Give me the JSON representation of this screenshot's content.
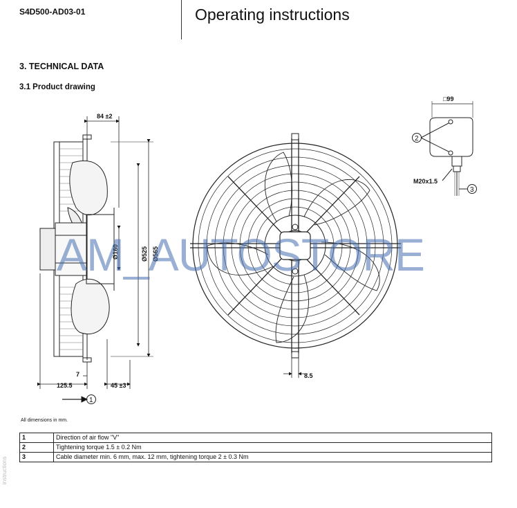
{
  "header": {
    "doc_code": "S4D500-AD03-01",
    "title": "Operating instructions"
  },
  "section": {
    "heading": "3. TECHNICAL DATA",
    "subheading": "3.1 Product drawing"
  },
  "drawing": {
    "dim_84": "84 ±2",
    "dim_125": "125.5",
    "dim_7": "7",
    "dim_45": "45 ±3",
    "dim_d525": "Ø525",
    "dim_d565": "Ø565",
    "dim_hub": "Ø160",
    "dim_8_5": "8.5",
    "dim_box": "□99",
    "dim_thread": "M20x1.5",
    "callout_1": "1",
    "callout_2": "2",
    "callout_3": "3"
  },
  "watermark": "AM_AUTOSTORE",
  "dimensions_note": "All dimensions in mm.",
  "notes": [
    {
      "num": "1",
      "text": "Direction of air flow \"V\""
    },
    {
      "num": "2",
      "text": "Tightening torque 1.5 ± 0.2 Nm"
    },
    {
      "num": "3",
      "text": "Cable diameter min. 6 mm, max. 12 mm, tightening torque 2 ± 0.3 Nm"
    }
  ],
  "side_label": "instructions"
}
